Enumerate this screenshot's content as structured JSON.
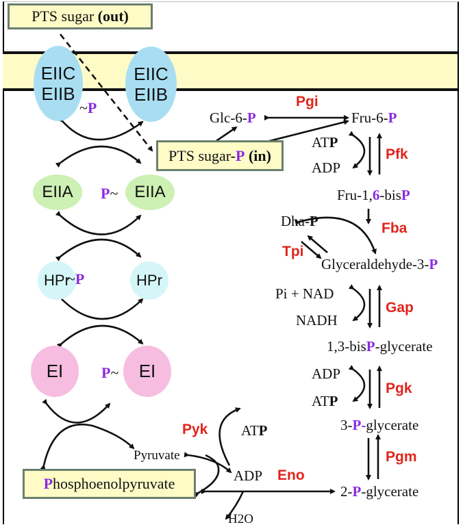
{
  "title": "PTS sugar uptake and glycolysis",
  "colors": {
    "phospho": "#8a2be2",
    "enzyme": "#e0251b",
    "membrane": "#fffbc7",
    "eiic": "#a9def2",
    "eiia": "#cdf0b4",
    "hpr": "#d4f6f8",
    "ei": "#f6bde0"
  },
  "pts": {
    "sugar_out": {
      "prefix": "PTS sugar ",
      "bold": "(out)"
    },
    "sugar_in": {
      "prefix": "PTS sugar-",
      "p": "P",
      "suffix": " (in)"
    },
    "eiic_left": {
      "l1": "EIIC",
      "l2": "EIIB"
    },
    "eiic_right": {
      "l1": "EIIC",
      "l2": "EIIB"
    },
    "eiic_phospho": {
      "tilde": "~",
      "p": "P"
    },
    "eiia_left": "EIIA",
    "eiia_right": "EIIA",
    "eiia_phospho": {
      "p": "P",
      "tilde": "~"
    },
    "hpr_left": "HPr",
    "hpr_phospho": {
      "tilde": "~",
      "p": "P"
    },
    "hpr_right": "HPr",
    "ei_left": "EI",
    "ei_right": "EI",
    "ei_phospho": {
      "p": "P",
      "tilde": "~"
    },
    "pep": {
      "p": "P",
      "rest": "hosphoenolpyruvate"
    }
  },
  "glycolysis": {
    "glc6p": {
      "t": "Glc-6-",
      "p": "P"
    },
    "fru6p": {
      "t": "Fru-6-",
      "p": "P"
    },
    "fru16bp": {
      "t1": "Fru-1,",
      "six": "6",
      "t2": "-bis",
      "p": "P"
    },
    "dhap": {
      "t": "Dha-",
      "p": "P"
    },
    "gap": {
      "t": "Glyceraldehyde-3-",
      "p": "P"
    },
    "bpg": {
      "t1": "1,3-bis",
      "p": "P",
      "t2": "-glycerate"
    },
    "pg3": {
      "t1": "3-",
      "p": "P",
      "dash": "-",
      "t2": "glycerate"
    },
    "pg2": {
      "t1": "2-",
      "p": "P",
      "t2": "-glycerate"
    },
    "pyruvate": "Pyruvate",
    "cofactors": {
      "pfk_atp": {
        "t": "AT",
        "p": "P"
      },
      "pfk_adp": "ADP",
      "gap_in": "Pi + NAD",
      "gap_out": "NADH",
      "pgk_adp": "ADP",
      "pgk_atp": {
        "t": "AT",
        "p": "P"
      },
      "pyk_atp": {
        "t": "AT",
        "p": "P"
      },
      "pyk_adp": "ADP",
      "eno_h2o": "H2O"
    },
    "enzymes": {
      "pgi": "Pgi",
      "pfk": "Pfk",
      "fba": "Fba",
      "tpi": "Tpi",
      "gap": "Gap",
      "pgk": "Pgk",
      "pgm": "Pgm",
      "eno": "Eno",
      "pyk": "Pyk"
    }
  }
}
